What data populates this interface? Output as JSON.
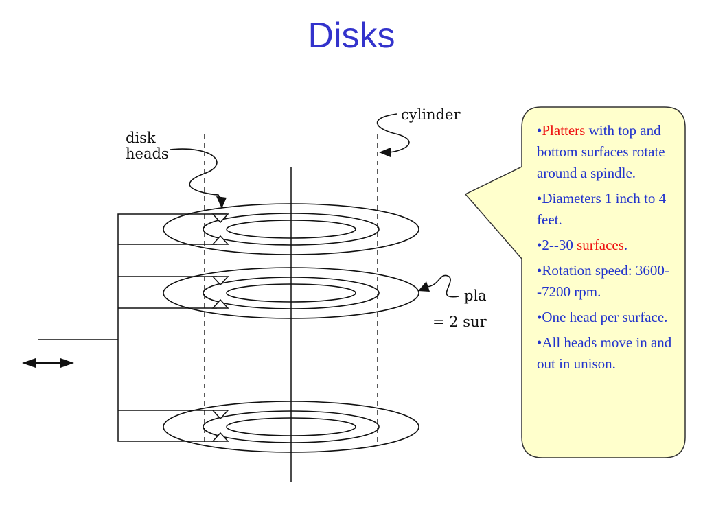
{
  "title": "Disks",
  "diagram": {
    "label_disk": "disk",
    "label_heads": "heads",
    "label_cylinder": "cylinder",
    "label_platter_1": "pla",
    "label_platter_2": "= 2 sur"
  },
  "callout": {
    "bullets": [
      {
        "parts": [
          {
            "text": "•"
          },
          {
            "text": "Platters",
            "hl": true
          },
          {
            "text": " with top and bottom surfaces rotate around a spindle."
          }
        ]
      },
      {
        "parts": [
          {
            "text": "•Diameters 1 inch to 4 feet."
          }
        ]
      },
      {
        "parts": [
          {
            "text": "•2--30 "
          },
          {
            "text": "surfaces",
            "hl": true
          },
          {
            "text": "."
          }
        ]
      },
      {
        "parts": [
          {
            "text": "•Rotation speed: 3600--7200 rpm."
          }
        ]
      },
      {
        "parts": [
          {
            "text": "•One head per surface."
          }
        ]
      },
      {
        "parts": [
          {
            "text": "•All heads move in and out in unison."
          }
        ]
      }
    ],
    "colors": {
      "text": "#2233cc",
      "highlight": "#ee1111",
      "fill": "#ffffcc",
      "border": "#333333"
    }
  }
}
